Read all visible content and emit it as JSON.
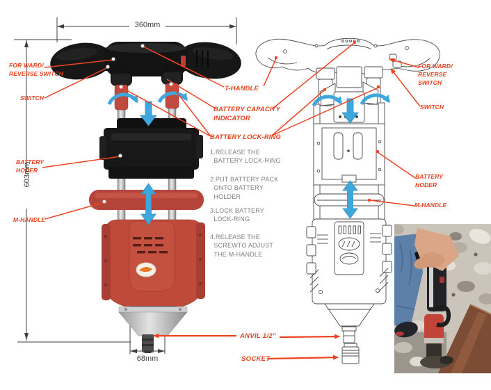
{
  "dimensions": {
    "top_width": "360mm",
    "left_height": "603mm",
    "bottom_width": "68mm"
  },
  "labels": {
    "forward_reverse_left": "FOR WARD/\nREVERSE SWITCH",
    "switch_left": "SWITCH",
    "battery_holder_left": "BATTERY\nHODER",
    "m_handle_left": "M-HANDLE",
    "t_handle": "T-HANDLE",
    "battery_capacity_indicator": "BATTERY CAPACITY\nINDICATOR",
    "battery_lock_ring": "BATTERY LOCK-RING",
    "forward_reverse_right": "FOR WARD/\nREVERSE\nSWITCH",
    "switch_right": "SWITCH",
    "battery_holder_right": "BATTERY\nHODER",
    "m_handle_right": "M-HANDLE",
    "anvil": "ANVIL 1/2\"",
    "socket": "SOCKET"
  },
  "instructions": [
    {
      "text": "1.RELEASE THE\n  BATTERY LOCK-RING"
    },
    {
      "text": "2.PUT BATTERY PACK\n  ONTO BATTERY\n  HOLDER"
    },
    {
      "text": "3.LOCK BATTERY\n  LOCK-RING"
    },
    {
      "text": "4.RELEASE THE\n  SCREWTO ADJUST\n  THE M-HANDLE"
    }
  ],
  "icons": {
    "rotation_arrow": "curved-rotate-arrow",
    "down_arrow": "thick-down-arrow",
    "up_down_arrow": "thick-vertical-double-arrow"
  },
  "colors": {
    "label_red": "#e8431f",
    "leader_line_orange": "#ee4423",
    "arrow_blue": "#3fa7db",
    "tool_body_red": "#bf4a3a",
    "instruction_gray": "#7f7f7f",
    "dimension_dark": "#3d3d3d"
  }
}
